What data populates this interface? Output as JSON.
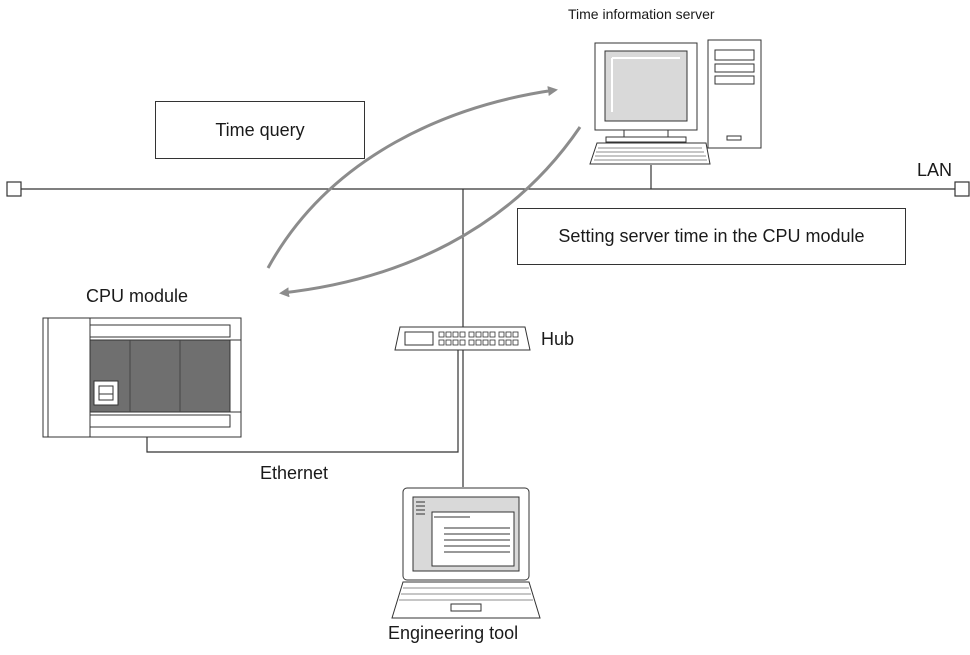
{
  "labels": {
    "server": "Time information server",
    "time_query": "Time query",
    "lan": "LAN",
    "setting_time": "Setting server time in the CPU module",
    "cpu_module": "CPU module",
    "hub": "Hub",
    "ethernet": "Ethernet",
    "engineering_tool": "Engineering tool"
  },
  "colors": {
    "line": "#333333",
    "arrow": "#8c8c8c",
    "cpu_body": "#6f6f6f",
    "screen": "#d9d9d9"
  },
  "icons": [
    "server-computer-icon",
    "cpu-module-icon",
    "hub-icon",
    "laptop-icon"
  ]
}
